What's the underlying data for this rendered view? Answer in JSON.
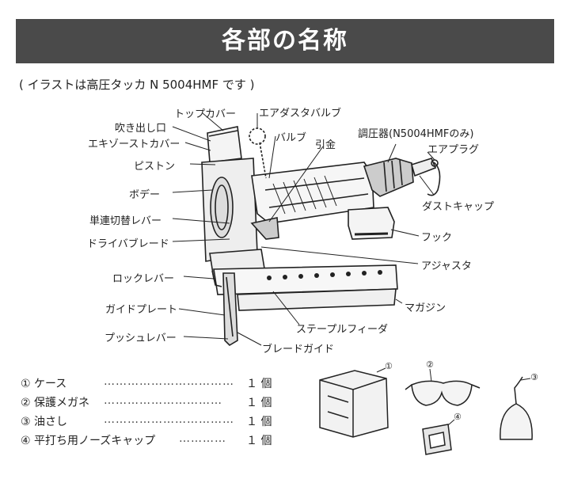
{
  "title": "各部の名称",
  "note": "( イラストは高圧タッカ N 5004HMF です )",
  "labels": {
    "top_cover": "トップカバー",
    "exhaust_port": "吹き出し口",
    "exhaust_cover": "エキゾーストカバー",
    "piston": "ピストン",
    "body": "ボデー",
    "switch_lever": "単連切替レバー",
    "driver_blade": "ドライバブレード",
    "lock_lever": "ロックレバー",
    "guide_plate": "ガイドプレート",
    "push_lever": "プッシュレバー",
    "air_duster_valve": "エアダスタバルブ",
    "valve": "バルブ",
    "trigger": "引金",
    "regulator": "調圧器(N5004HMFのみ)",
    "air_plug": "エアプラグ",
    "dust_cap": "ダストキャップ",
    "hook": "フック",
    "adjuster": "アジャスタ",
    "magazine": "マガジン",
    "staple_feeder": "ステープルフィーダ",
    "blade_guide": "ブレードガイド"
  },
  "accessories": [
    {
      "name": "① ケース",
      "dots": "……………………………",
      "qty": "１ 個"
    },
    {
      "name": "② 保護メガネ",
      "dots": "…………………………",
      "qty": "１ 個"
    },
    {
      "name": "③ 油さし",
      "dots": "……………………………",
      "qty": "１ 個"
    },
    {
      "name": "④ 平打ち用ノーズキャップ",
      "dots": "…………",
      "qty": "１ 個"
    }
  ],
  "accessory_markers": [
    "①",
    "②",
    "③",
    "④"
  ]
}
